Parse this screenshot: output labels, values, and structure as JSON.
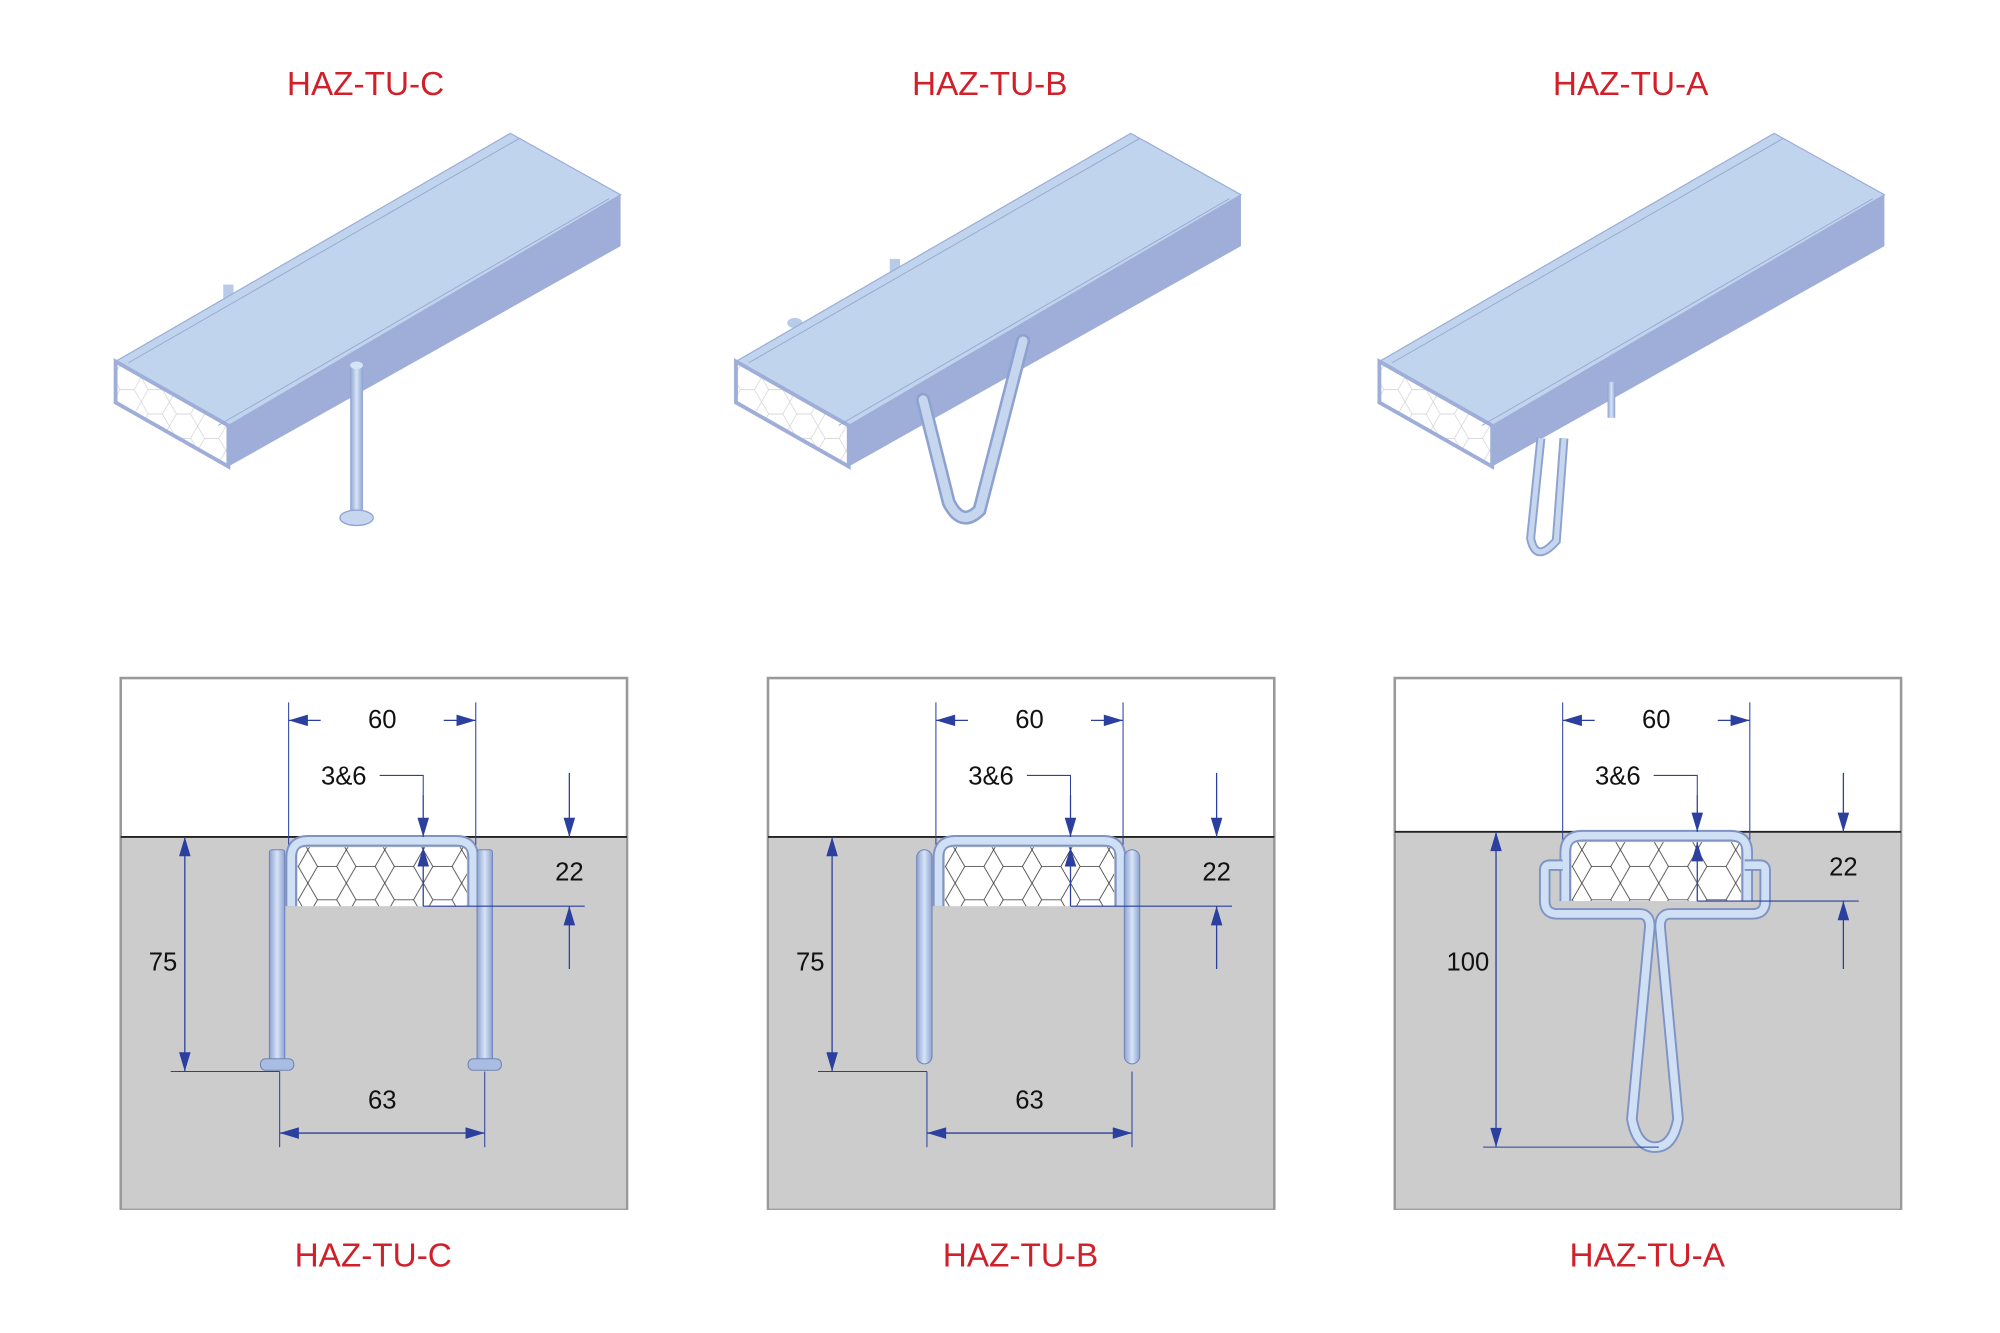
{
  "top_titles": [
    "HAZ-TU-C",
    "HAZ-TU-B",
    "HAZ-TU-A"
  ],
  "bottom_titles": [
    "HAZ-TU-C",
    "HAZ-TU-B",
    "HAZ-TU-A"
  ],
  "panels": [
    {
      "variant": "C",
      "width_label": "60",
      "thickness_label": "3&6",
      "depth_label": "22",
      "anchor_length_label": "75",
      "anchor_spacing_label": "63"
    },
    {
      "variant": "B",
      "width_label": "60",
      "thickness_label": "3&6",
      "depth_label": "22",
      "anchor_length_label": "75",
      "anchor_spacing_label": "63"
    },
    {
      "variant": "A",
      "width_label": "60",
      "thickness_label": "3&6",
      "depth_label": "22",
      "anchor_length_label": "100"
    }
  ],
  "colors": {
    "title": "#d0202a",
    "dimension": "#2a3f9e",
    "steel_top": "#c0d4ee",
    "steel_side": "#9eaed8",
    "concrete": "#cccccc"
  }
}
